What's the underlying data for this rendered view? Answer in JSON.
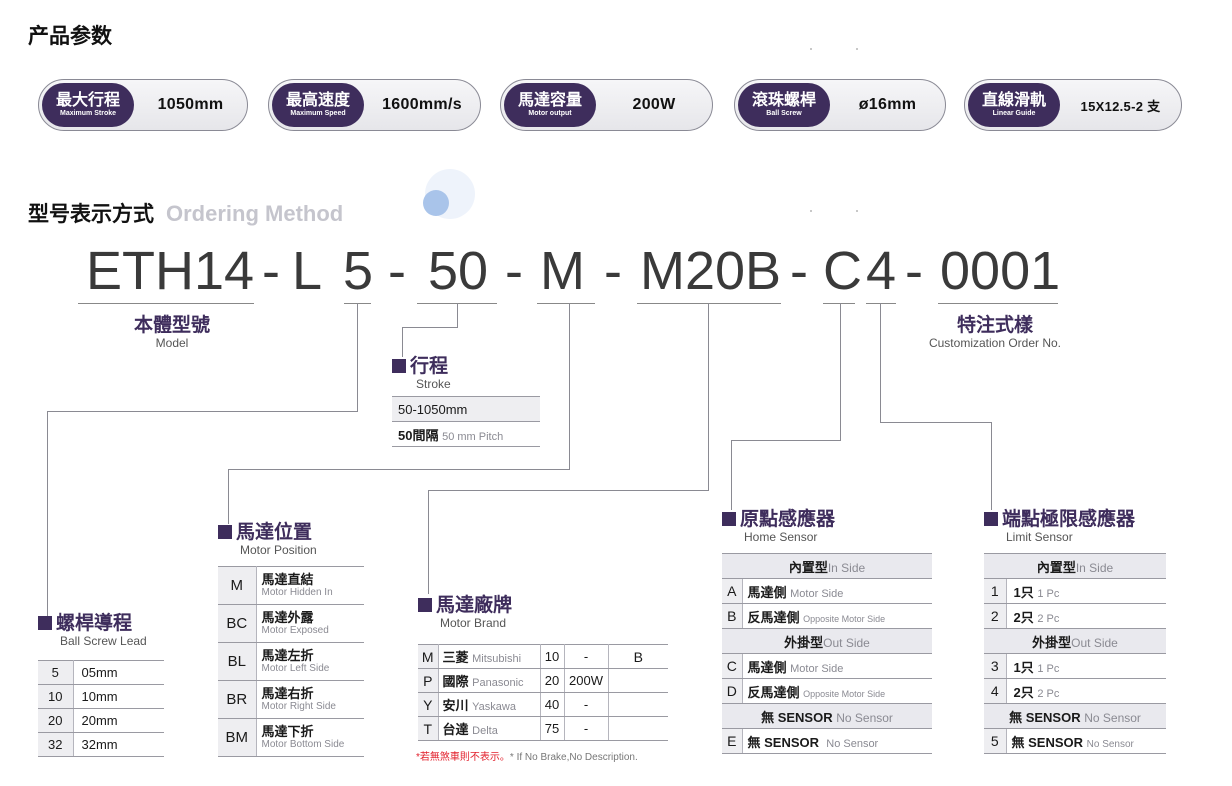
{
  "section1_title": "产品参数",
  "specs": [
    {
      "zh": "最大行程",
      "en": "Maximum Stroke",
      "value": "1050mm"
    },
    {
      "zh": "最高速度",
      "en": "Maximum Speed",
      "value": "1600mm/s"
    },
    {
      "zh": "馬達容量",
      "en": "Motor output",
      "value": "200W"
    },
    {
      "zh": "滾珠螺桿",
      "en": "Ball Screw",
      "value": "ø16mm"
    },
    {
      "zh": "直線滑軌",
      "en": "Linear Guide",
      "value": "15X12.5-2 支"
    }
  ],
  "section2_title": "型号表示方式",
  "section2_subtitle": "Ordering Method",
  "code_parts": [
    "ETH14",
    "-",
    "L",
    "5",
    "-",
    "50",
    "-",
    "M",
    "-",
    "M20B",
    "-",
    "C",
    "4",
    "-",
    "0001"
  ],
  "model": {
    "zh": "本體型號",
    "en": "Model"
  },
  "custom": {
    "zh": "特注式樣",
    "en": "Customization Order No."
  },
  "stroke": {
    "zh": "行程",
    "en": "Stroke",
    "row1": "50-1050mm",
    "row2_zh": "50間隔",
    "row2_en": "50 mm Pitch"
  },
  "lead": {
    "zh": "螺桿導程",
    "en": "Ball Screw Lead",
    "rows": [
      [
        "5",
        "05mm"
      ],
      [
        "10",
        "10mm"
      ],
      [
        "20",
        "20mm"
      ],
      [
        "32",
        "32mm"
      ]
    ]
  },
  "motor_pos": {
    "zh": "馬達位置",
    "en": "Motor Position",
    "rows": [
      [
        "M",
        "馬達直結",
        "Motor Hidden In"
      ],
      [
        "BC",
        "馬達外露",
        "Motor Exposed"
      ],
      [
        "BL",
        "馬達左折",
        "Motor Left Side"
      ],
      [
        "BR",
        "馬達右折",
        "Motor Right Side"
      ],
      [
        "BM",
        "馬達下折",
        "Motor Bottom Side"
      ]
    ]
  },
  "brand": {
    "zh": "馬達廠牌",
    "en": "Motor Brand",
    "rows": [
      [
        "M",
        "三菱",
        "Mitsubishi",
        "10",
        "-",
        "B"
      ],
      [
        "P",
        "國際",
        "Panasonic",
        "20",
        "200W",
        ""
      ],
      [
        "Y",
        "安川",
        "Yaskawa",
        "40",
        "-",
        ""
      ],
      [
        "T",
        "台達",
        "Delta",
        "75",
        "-",
        ""
      ]
    ],
    "note_red": "*若無煞車則不表示。",
    "note_en": "* If No Brake,No Description."
  },
  "home": {
    "zh": "原點感應器",
    "en": "Home Sensor",
    "inner_zh": "內置型",
    "inner_en": "In Side",
    "outer_zh": "外掛型",
    "outer_en": "Out Side",
    "nosensor_zh": "無 SENSOR",
    "nosensor_en": "No Sensor",
    "rows_in": [
      [
        "A",
        "馬達側",
        "Motor Side"
      ],
      [
        "B",
        "反馬達側",
        "Opposite Motor Side"
      ]
    ],
    "rows_out": [
      [
        "C",
        "馬達側",
        "Motor Side"
      ],
      [
        "D",
        "反馬達側",
        "Opposite Motor Side"
      ]
    ],
    "row_none": [
      "E",
      "無 SENSOR",
      "No Sensor"
    ]
  },
  "limit": {
    "zh": "端點極限感應器",
    "en": "Limit Sensor",
    "inner_zh": "內置型",
    "inner_en": "In Side",
    "outer_zh": "外掛型",
    "outer_en": "Out Side",
    "nosensor_zh": "無 SENSOR",
    "nosensor_en": "No Sensor",
    "rows_in": [
      [
        "1",
        "1只",
        "1 Pc"
      ],
      [
        "2",
        "2只",
        "2 Pc"
      ]
    ],
    "rows_out": [
      [
        "3",
        "1只",
        "1 Pc"
      ],
      [
        "4",
        "2只",
        "2 Pc"
      ]
    ],
    "row_none": [
      "5",
      "無 SENSOR",
      "No Sensor"
    ]
  }
}
